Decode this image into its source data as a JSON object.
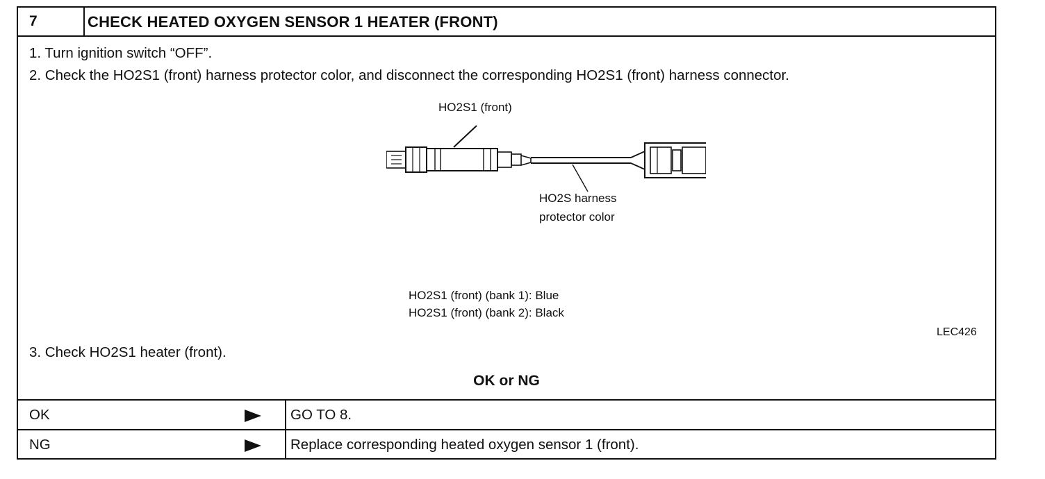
{
  "header": {
    "step_number": "7",
    "title": "CHECK HEATED OXYGEN SENSOR 1 HEATER (FRONT)"
  },
  "steps": [
    "1. Turn ignition switch “OFF”.",
    "2. Check the HO2S1 (front) harness protector color, and disconnect the corresponding HO2S1 (front) harness connector.",
    "3. Check HO2S1 heater (front)."
  ],
  "figure": {
    "label_sensor": "HO2S1 (front)",
    "label_harness_line1": "HO2S harness",
    "label_harness_line2": "protector color",
    "bank1": "HO2S1 (front) (bank 1): Blue",
    "bank2": "HO2S1 (front) (bank 2): Black",
    "figure_code": "LEC426"
  },
  "result": {
    "title": "OK or NG",
    "rows": [
      {
        "label": "OK",
        "action": "GO TO 8."
      },
      {
        "label": "NG",
        "action": "Replace corresponding heated oxygen sensor 1 (front)."
      }
    ]
  }
}
